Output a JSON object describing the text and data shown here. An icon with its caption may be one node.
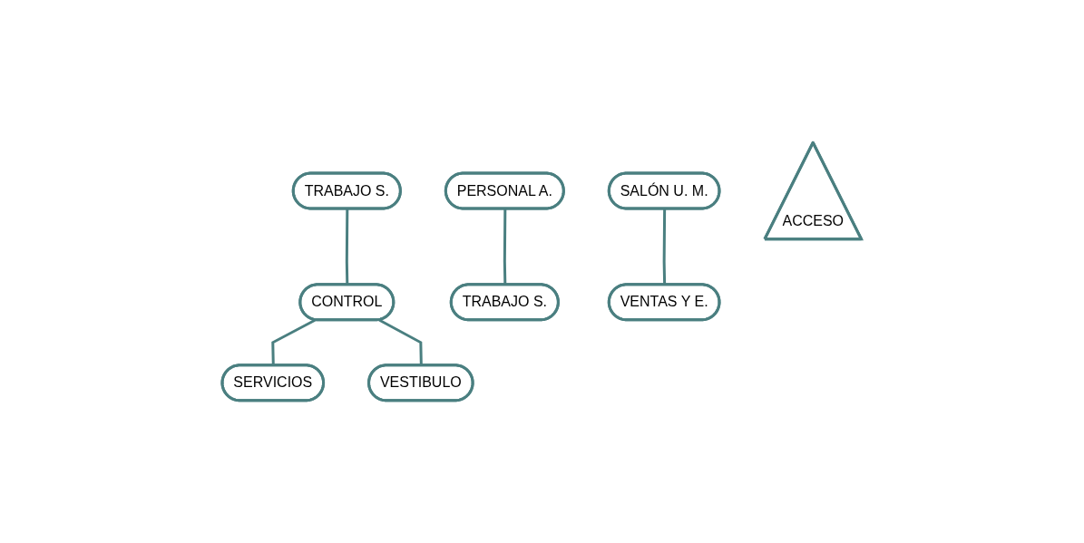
{
  "diagram": {
    "nodes": [
      {
        "text": [
          "PERSONAL A."
        ]
      },
      {
        "text": [
          "SALÓN U. M."
        ]
      },
      {
        "text": [
          "TRABAJO S."
        ]
      },
      {
        "text": [
          "CONTROL"
        ]
      },
      {
        "text": [
          "SERVICIOS"
        ]
      },
      {
        "text": [
          "TRABAJO S."
        ]
      },
      {
        "text": [
          "VENTAS Y E."
        ]
      },
      {
        "text": [
          "VESTIBULO"
        ]
      },
      {
        "text": [
          "ACCESO"
        ]
      }
    ],
    "edges": [
      {
        "from": 2,
        "to": 3,
        "arrow": "none"
      },
      {
        "from": 0,
        "to": 5,
        "arrow": "none"
      },
      {
        "from": 3,
        "to": 4,
        "arrow": "none"
      },
      {
        "from": 1,
        "to": 6,
        "arrow": "none"
      },
      {
        "from": 3,
        "to": 7,
        "arrow": "none"
      }
    ]
  }
}
